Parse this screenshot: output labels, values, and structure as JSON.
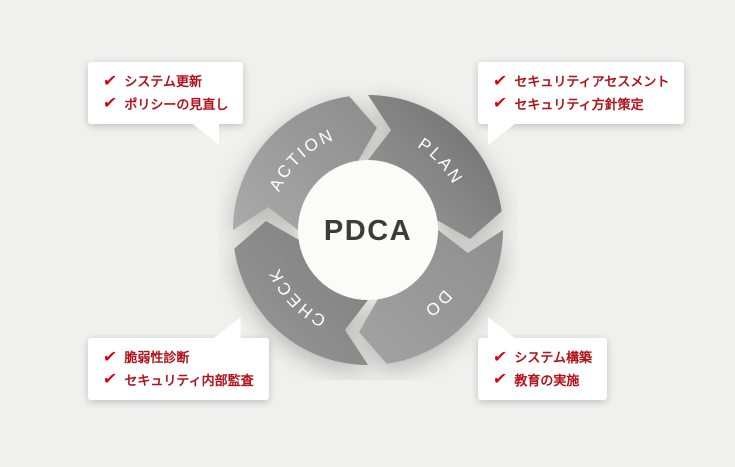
{
  "page": {
    "background": "#f0f0ee"
  },
  "diagram": {
    "center_label": "PDCA",
    "segments": [
      {
        "id": "plan",
        "label": "PLAN"
      },
      {
        "id": "do",
        "label": "DO"
      },
      {
        "id": "check",
        "label": "CHECK"
      },
      {
        "id": "action",
        "label": "ACTION"
      }
    ]
  },
  "icons": {
    "check": "✔"
  },
  "callouts": {
    "action": {
      "items": [
        "システム更新",
        "ポリシーの見直し"
      ]
    },
    "plan": {
      "items": [
        "セキュリティアセスメント",
        "セキュリティ方針策定"
      ]
    },
    "check": {
      "items": [
        "脆弱性診断",
        "セキュリティ内部監査"
      ]
    },
    "do": {
      "items": [
        "システム構築",
        "教育の実施"
      ]
    }
  },
  "colors": {
    "item_red": "#b3121b",
    "check_red": "#d7000f",
    "label_white": "#ffffff"
  }
}
